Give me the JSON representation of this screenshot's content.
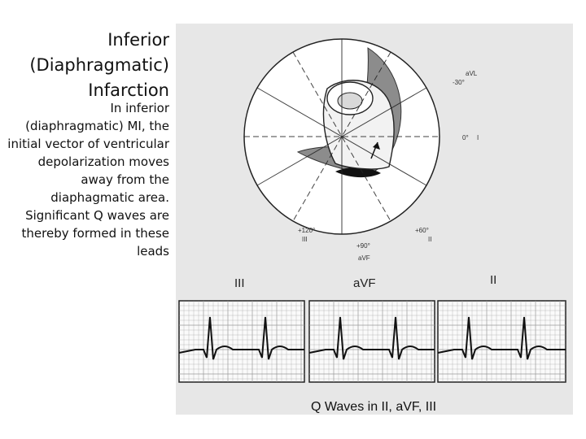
{
  "slide": {
    "title": "Inferior\n(Diaphragmatic)\nInfarction",
    "description": "In inferior\n(diaphragmatic) MI, the\ninitial vector of ventricular\ndepolarization moves\naway from the\ndiaphagmatic area.\nSignificant Q waves are\nthereby formed in these\nleads"
  },
  "figure": {
    "axis_labels": {
      "avl_lead": "aVL",
      "avl_angle": "-30°",
      "i_angle": "0°",
      "i_lead": "I",
      "plus120_angle": "+120°",
      "plus120_lead": "III",
      "plus90_angle": "+90°",
      "plus90_lead": "aVF",
      "plus60_angle": "+60°",
      "plus60_lead": "II"
    },
    "ecg_leads": [
      "III",
      "aVF",
      "II"
    ],
    "caption": "Q Waves in II, aVF, III"
  }
}
